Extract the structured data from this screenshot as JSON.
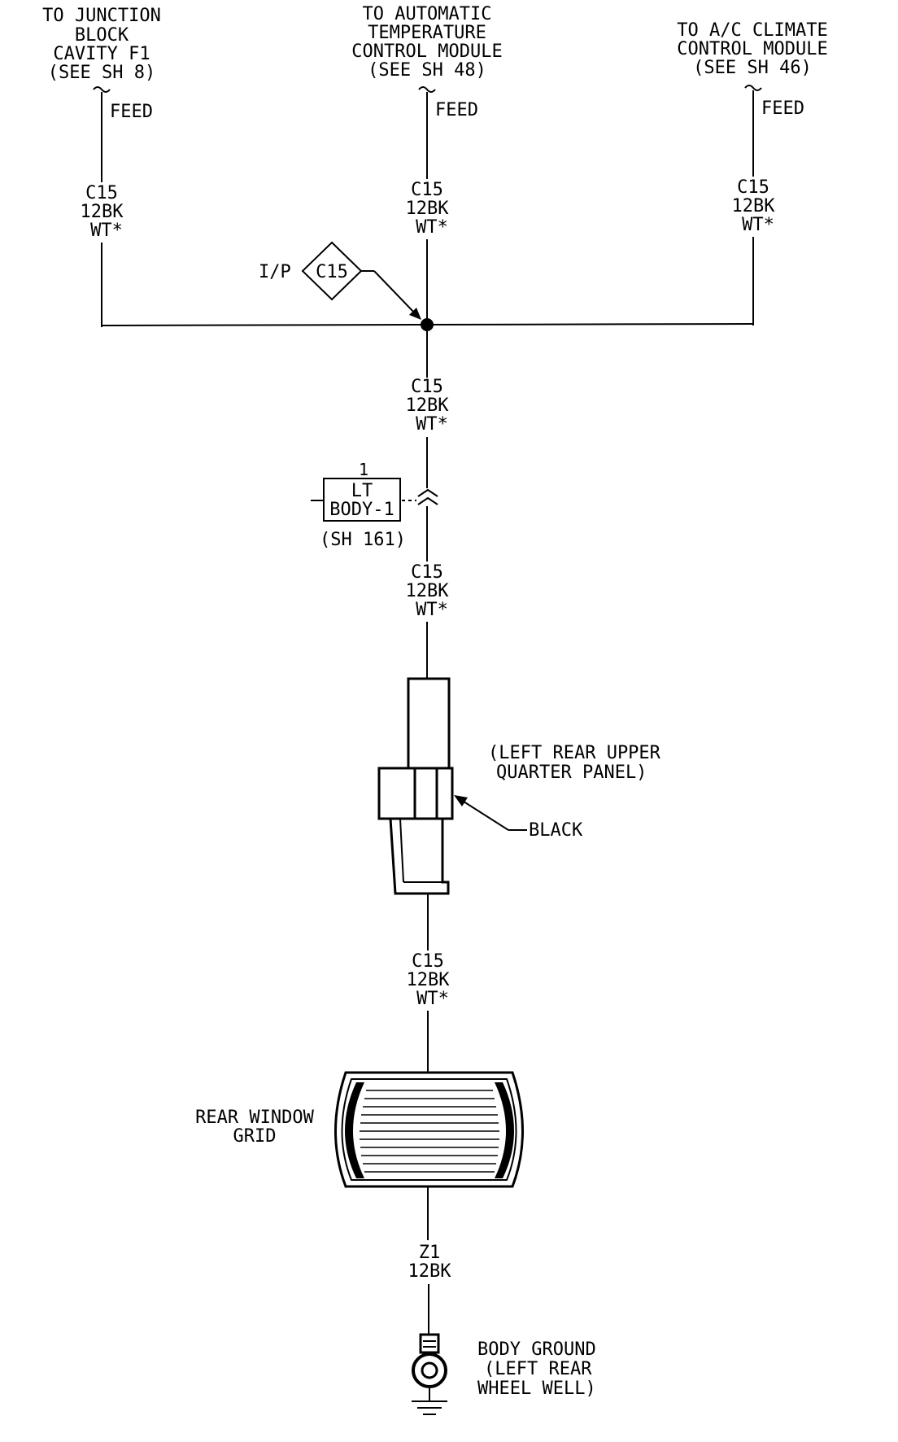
{
  "top_left": {
    "line1": "TO JUNCTION",
    "line2": "BLOCK",
    "line3": "CAVITY F1",
    "line4": "(SEE SH 8)",
    "feed": "FEED",
    "wire": [
      "C15",
      "12BK",
      "WT*"
    ]
  },
  "top_center": {
    "line1": "TO AUTOMATIC",
    "line2": "TEMPERATURE",
    "line3": "CONTROL MODULE",
    "line4": "(SEE SH 48)",
    "feed": "FEED",
    "wire": [
      "C15",
      "12BK",
      "WT*"
    ]
  },
  "top_right": {
    "line1": "TO A/C CLIMATE",
    "line2": "CONTROL MODULE",
    "line3": "(SEE SH 46)",
    "feed": "FEED",
    "wire": [
      "C15",
      "12BK",
      "WT*"
    ]
  },
  "splice": {
    "prefix": "I/P",
    "id": "C15"
  },
  "wire_mid1": [
    "C15",
    "12BK",
    "WT*"
  ],
  "body_connector": {
    "pin": "1",
    "line1": "LT",
    "line2": "BODY-1",
    "ref": "(SH 161)"
  },
  "wire_mid2": [
    "C15",
    "12BK",
    "WT*"
  ],
  "connector": {
    "location_line1": "(LEFT REAR UPPER",
    "location_line2": "QUARTER PANEL)",
    "color": "BLACK"
  },
  "wire_mid3": [
    "C15",
    "12BK",
    "WT*"
  ],
  "grid": {
    "line1": "REAR WINDOW",
    "line2": "GRID"
  },
  "ground_wire": [
    "Z1",
    "12BK"
  ],
  "ground": {
    "line1": "BODY GROUND",
    "line2": "(LEFT REAR",
    "line3": "WHEEL WELL)"
  }
}
